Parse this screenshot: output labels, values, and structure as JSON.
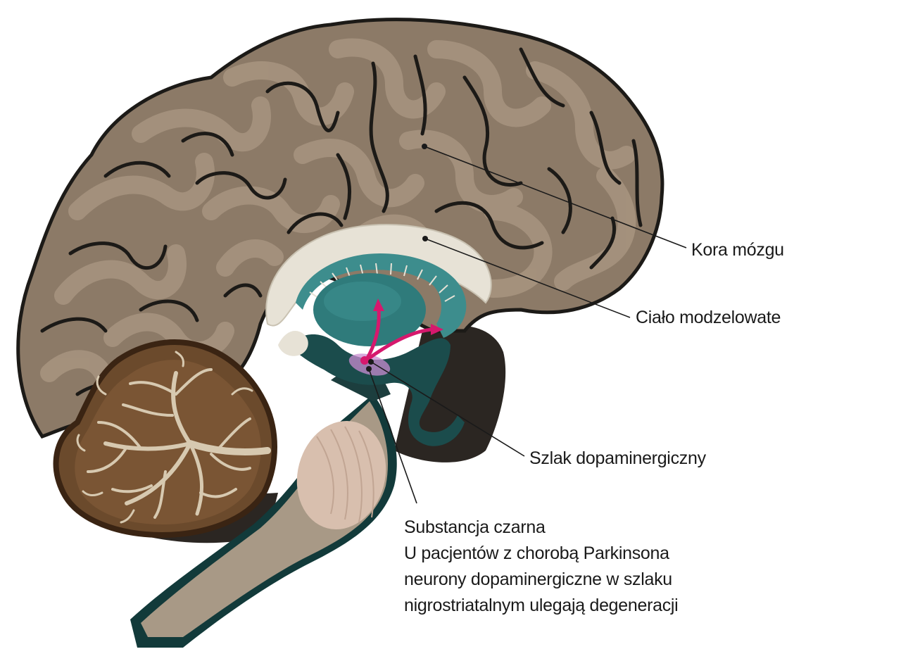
{
  "labels": {
    "cortex": "Kora mózgu",
    "corpus_callosum": "Ciało modzelowate",
    "dopamine_pathway": "Szlak dopaminergiczny",
    "substantia_nigra": {
      "title": "Substancja czarna",
      "note_lines": [
        "U pacjentów z chorobą Parkinsona",
        "neurony dopaminergiczne w szlaku",
        "nigrostriatalnym ulegają degeneracji"
      ]
    }
  },
  "colors": {
    "cortex": "#8c7a67",
    "cortex_highlight": "#a89580",
    "sulci": "#1c1a17",
    "cerebellum": "#6b4a2c",
    "cerebellum_dark": "#3a2413",
    "cerebellum_white_matter": "#d7c9b0",
    "corpus_callosum": "#e7e2d6",
    "ventricle": "#3d8d8d",
    "thalamus": "#2f7b7b",
    "brainstem": "#a89986",
    "pons": "#d8bfae",
    "dark_tissue": "#2b2622",
    "pathway": "#d6186d",
    "substantia_nigra_glow": "#c98bd0",
    "leader_line": "#1a1a1a"
  }
}
